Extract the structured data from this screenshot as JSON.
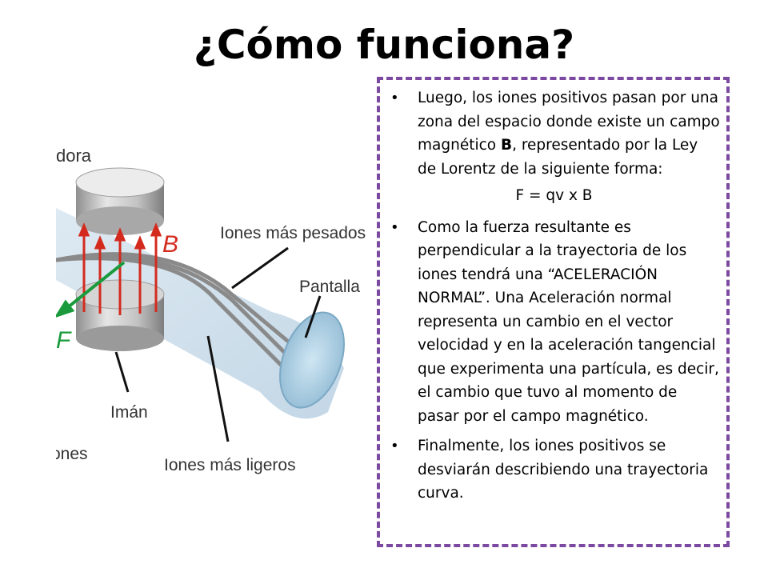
{
  "slide": {
    "title": "¿Cómo funciona?"
  },
  "figure": {
    "labels": {
      "dora": "dora",
      "heavier_ions": "Iones más pesados",
      "screen": "Pantalla",
      "magnet": "Imán",
      "ions": "ones",
      "lighter_ions": "Iones más ligeros",
      "b_vector": "B",
      "f_vector": "F"
    },
    "colors": {
      "field_lines": "#d42a1e",
      "force_arrow": "#1a9a3c",
      "beam": "#c9dbe8",
      "magnet": "#b8b8b8"
    }
  },
  "content": {
    "bullet1_pre": "Luego, los iones positivos pasan por una zona del espacio donde existe un campo magnético ",
    "bullet1_bold": "B",
    "bullet1_post": ", representado por la Ley de Lorentz de la siguiente forma:",
    "formula": "F = qv x B",
    "bullet2": "Como la fuerza resultante es perpendicular a la trayectoria de los iones tendrá una “ACELERACIÓN NORMAL”. Una Aceleración normal representa un cambio en el vector velocidad y en la aceleración tangencial que experimenta una partícula, es decir, el cambio que tuvo al momento de pasar por el campo magnético.",
    "bullet3": " Finalmente, los iones positivos se desviarán describiendo una trayectoria curva."
  }
}
